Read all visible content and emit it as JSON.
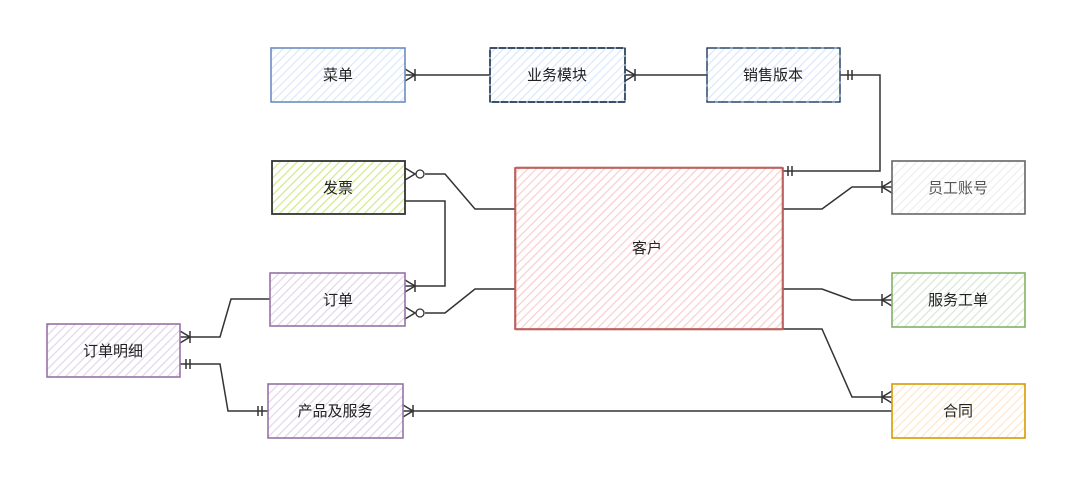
{
  "diagram": {
    "type": "er-diagram",
    "entities": [
      {
        "id": "menu",
        "label": "菜单",
        "stroke": "#6c8ebf",
        "fill": "#dae8fc"
      },
      {
        "id": "module",
        "label": "业务模块",
        "stroke": "#1f2d3d",
        "fill": "#dae8fc"
      },
      {
        "id": "edition",
        "label": "销售版本",
        "stroke": "#2b3a55",
        "fill": "#dae8fc"
      },
      {
        "id": "invoice",
        "label": "发票",
        "stroke": "#333333",
        "fill": "#cdeb8b"
      },
      {
        "id": "customer",
        "label": "客户",
        "stroke": "#b85450",
        "fill": "#f8cecc"
      },
      {
        "id": "employee",
        "label": "员工账号",
        "stroke": "#666666",
        "fill": "#f5f5f5"
      },
      {
        "id": "order",
        "label": "订单",
        "stroke": "#9673a6",
        "fill": "#e1d5e7"
      },
      {
        "id": "ticket",
        "label": "服务工单",
        "stroke": "#82b366",
        "fill": "#d5e8d4"
      },
      {
        "id": "orderdetail",
        "label": "订单明细",
        "stroke": "#9673a6",
        "fill": "#e1d5e7"
      },
      {
        "id": "product",
        "label": "产品及服务",
        "stroke": "#9673a6",
        "fill": "#e1d5e7"
      },
      {
        "id": "contract",
        "label": "合同",
        "stroke": "#d79b00",
        "fill": "#ffe6cc"
      }
    ],
    "relationships": [
      {
        "from": "module",
        "to": "menu",
        "to_end": "one-or-many",
        "from_end": "none"
      },
      {
        "from": "edition",
        "to": "module",
        "to_end": "one-or-many",
        "from_end": "none"
      },
      {
        "from": "edition",
        "to": "customer",
        "from_end": "mandatory-one",
        "to_end": "mandatory-one"
      },
      {
        "from": "customer",
        "to": "invoice",
        "to_end": "zero-or-many",
        "from_end": "none"
      },
      {
        "from": "invoice",
        "to": "order",
        "to_end": "one-or-many",
        "from_end": "none"
      },
      {
        "from": "customer",
        "to": "order",
        "to_end": "zero-or-many",
        "from_end": "none"
      },
      {
        "from": "customer",
        "to": "employee",
        "to_end": "one-or-many",
        "from_end": "none"
      },
      {
        "from": "customer",
        "to": "ticket",
        "to_end": "one-or-many",
        "from_end": "none"
      },
      {
        "from": "customer",
        "to": "contract",
        "to_end": "one-or-many",
        "from_end": "none"
      },
      {
        "from": "order",
        "to": "orderdetail",
        "to_end": "one-or-many",
        "from_end": "none"
      },
      {
        "from": "orderdetail",
        "to": "product",
        "from_end": "mandatory-one",
        "to_end": "mandatory-one"
      },
      {
        "from": "contract",
        "to": "product",
        "to_end": "one-or-many",
        "from_end": "none"
      }
    ]
  }
}
